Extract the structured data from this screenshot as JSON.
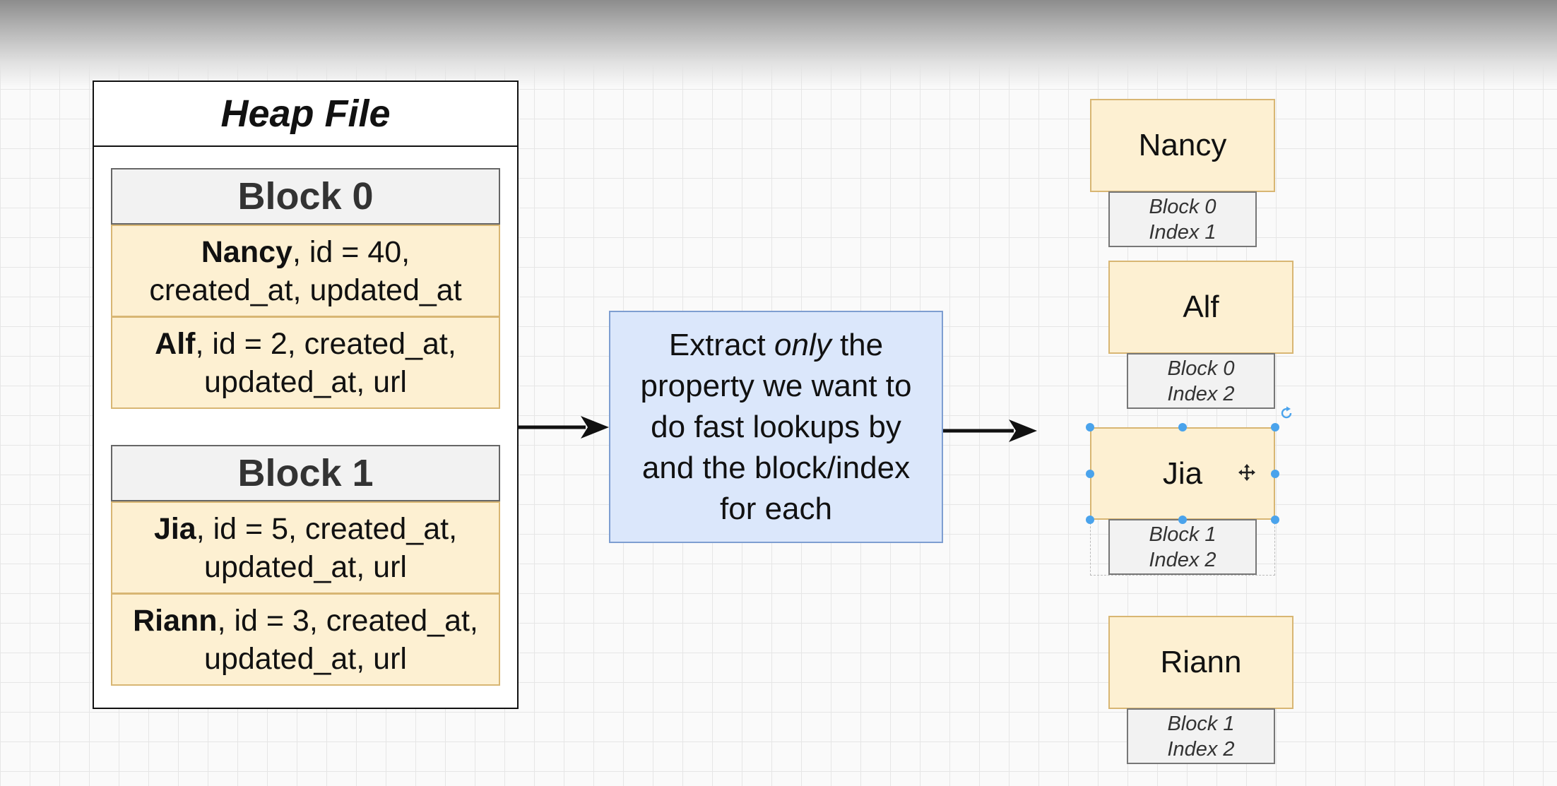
{
  "heap_file": {
    "title": "Heap File",
    "blocks": [
      {
        "header": "Block 0",
        "records": [
          {
            "name": "Nancy",
            "line1_rest": ", id = 40,",
            "line2": "created_at, updated_at"
          },
          {
            "name": "Alf",
            "line1_rest": ", id = 2, created_at,",
            "line2": "updated_at, url"
          }
        ]
      },
      {
        "header": "Block 1",
        "records": [
          {
            "name": "Jia",
            "line1_rest": ", id = 5, created_at,",
            "line2": "updated_at, url"
          },
          {
            "name": "Riann",
            "line1_rest": ", id = 3, created_at,",
            "line2": "updated_at, url"
          }
        ]
      }
    ]
  },
  "process": {
    "line1_pre": "Extract ",
    "line1_em": "only",
    "line1_post": " the",
    "line2": "property we want to",
    "line3": "do fast lookups by",
    "line4": "and the block/index",
    "line5": "for each"
  },
  "index_entries": [
    {
      "name": "Nancy",
      "block": "Block 0",
      "index": "Index 1"
    },
    {
      "name": "Alf",
      "block": "Block 0",
      "index": "Index 2"
    },
    {
      "name": "Jia",
      "block": "Block 1",
      "index": "Index 2"
    },
    {
      "name": "Riann",
      "block": "Block 1",
      "index": "Index 2"
    }
  ],
  "colors": {
    "record_fill": "#fdf0d2",
    "record_border": "#d8b673",
    "process_fill": "#dbe7fb",
    "process_border": "#7e9ed1",
    "selection_handle": "#4aa3ec"
  },
  "icons": [
    "arrow-right-icon",
    "move-cursor-icon",
    "rotate-handle-icon"
  ]
}
